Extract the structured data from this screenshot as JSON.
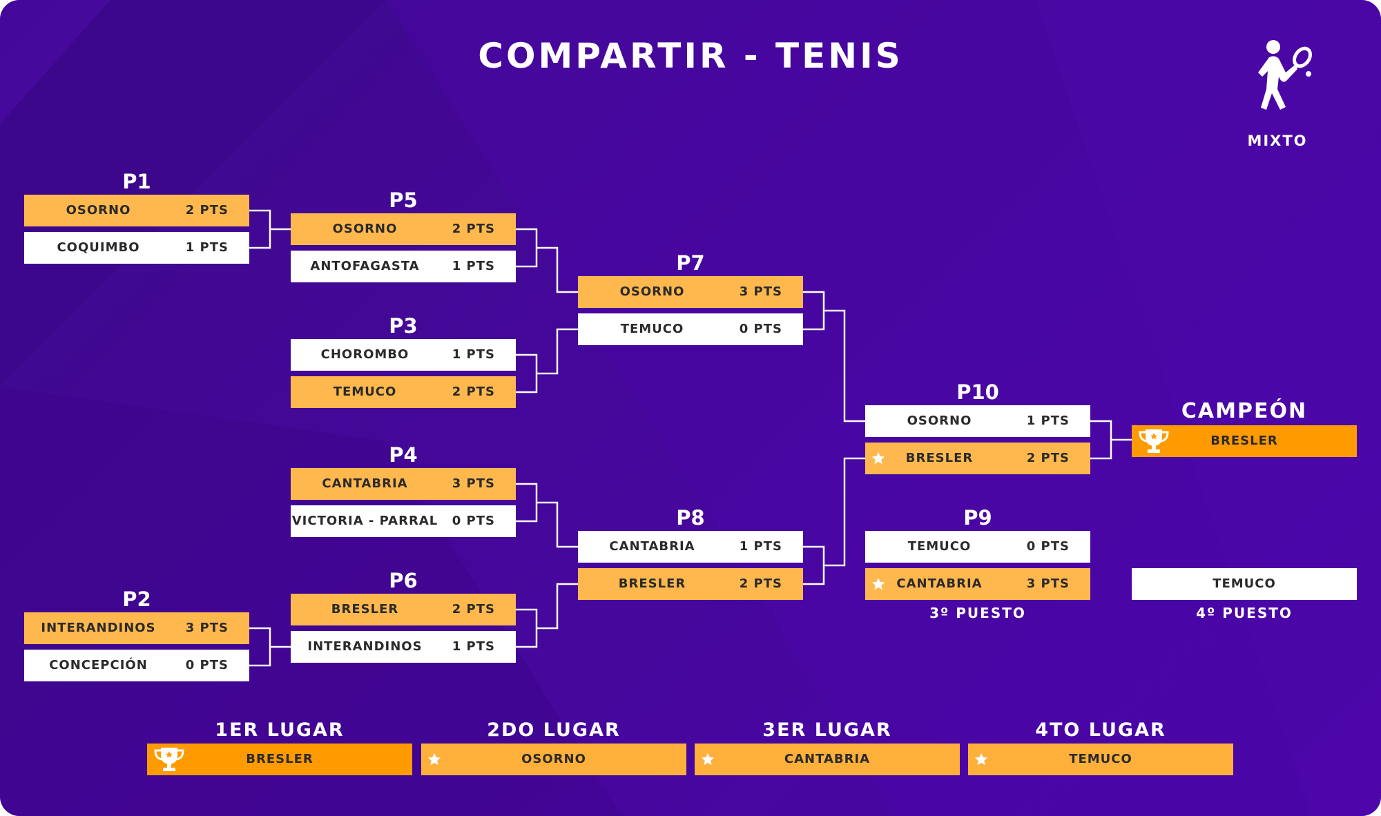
{
  "title": "COMPARTIR - TENIS",
  "category": {
    "icon": "tennis-player-icon",
    "label": "MIXTO"
  },
  "matches": {
    "p1": {
      "label": "P1",
      "teams": [
        {
          "name": "OSORNO",
          "pts": "2 PTS"
        },
        {
          "name": "COQUIMBO",
          "pts": "1 PTS"
        }
      ]
    },
    "p2": {
      "label": "P2",
      "teams": [
        {
          "name": "INTERANDINOS",
          "pts": "3 PTS"
        },
        {
          "name": "CONCEPCIÓN",
          "pts": "0 PTS"
        }
      ]
    },
    "p5": {
      "label": "P5",
      "teams": [
        {
          "name": "OSORNO",
          "pts": "2 PTS"
        },
        {
          "name": "ANTOFAGASTA",
          "pts": "1 PTS"
        }
      ]
    },
    "p3": {
      "label": "P3",
      "teams": [
        {
          "name": "CHOROMBO",
          "pts": "1 PTS"
        },
        {
          "name": "TEMUCO",
          "pts": "2 PTS"
        }
      ]
    },
    "p4": {
      "label": "P4",
      "teams": [
        {
          "name": "CANTABRIA",
          "pts": "3 PTS"
        },
        {
          "name": "VICTORIA - PARRAL",
          "pts": "0 PTS"
        }
      ]
    },
    "p6": {
      "label": "P6",
      "teams": [
        {
          "name": "BRESLER",
          "pts": "2 PTS"
        },
        {
          "name": "INTERANDINOS",
          "pts": "1 PTS"
        }
      ]
    },
    "p7": {
      "label": "P7",
      "teams": [
        {
          "name": "OSORNO",
          "pts": "3 PTS"
        },
        {
          "name": "TEMUCO",
          "pts": "0 PTS"
        }
      ]
    },
    "p8": {
      "label": "P8",
      "teams": [
        {
          "name": "CANTABRIA",
          "pts": "1 PTS"
        },
        {
          "name": "BRESLER",
          "pts": "2 PTS"
        }
      ]
    },
    "p10": {
      "label": "P10",
      "teams": [
        {
          "name": "OSORNO",
          "pts": "1 PTS"
        },
        {
          "name": "BRESLER",
          "pts": "2 PTS"
        }
      ]
    },
    "p9": {
      "label": "P9",
      "teams": [
        {
          "name": "TEMUCO",
          "pts": "0 PTS"
        },
        {
          "name": "CANTABRIA",
          "pts": "3 PTS"
        }
      ],
      "caption": "3º PUESTO"
    }
  },
  "champion": {
    "label": "CAMPEÓN",
    "team": "BRESLER"
  },
  "fourth": {
    "team": "TEMUCO",
    "caption": "4º PUESTO"
  },
  "podium": [
    {
      "label": "1ER LUGAR",
      "team": "BRESLER"
    },
    {
      "label": "2DO LUGAR",
      "team": "OSORNO"
    },
    {
      "label": "3ER LUGAR",
      "team": "CANTABRIA"
    },
    {
      "label": "4TO LUGAR",
      "team": "TEMUCO"
    }
  ],
  "colors": {
    "background": "#45079a",
    "winner": "#ffb84d",
    "champion": "#ff9a00",
    "loser": "#ffffff"
  }
}
